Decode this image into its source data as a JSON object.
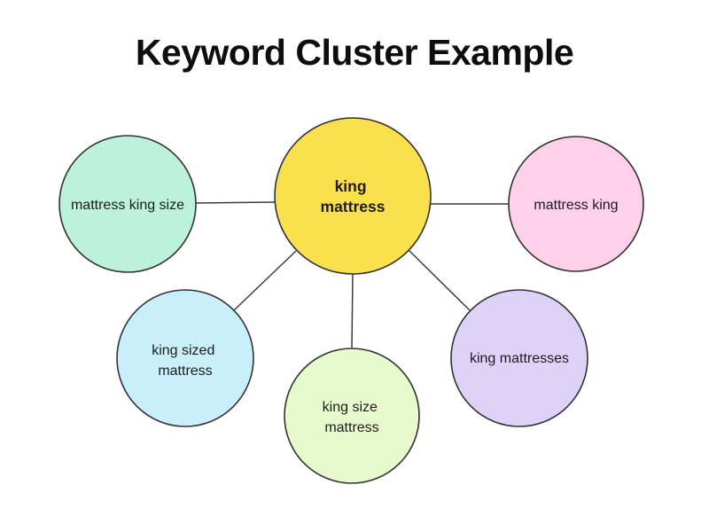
{
  "title": "Keyword Cluster Example",
  "diagram": {
    "type": "keyword-cluster",
    "background": "#FFFFFF",
    "edge_color": "#3C3C3C",
    "node_border_color": "#323232",
    "text_color": "#1C1C1C",
    "center_node": {
      "id": "king-mattress",
      "keyword": "king mattress",
      "lines": [
        "king",
        "mattress"
      ],
      "color": "#FBE04E"
    },
    "satellite_nodes": [
      {
        "id": "mattress-king-size",
        "keyword": "mattress king size",
        "lines": [
          "mattress king size"
        ],
        "color": "#BCF1DB",
        "position": "left"
      },
      {
        "id": "mattress-king",
        "keyword": "mattress king",
        "lines": [
          "mattress king"
        ],
        "color": "#FED0E9",
        "position": "right"
      },
      {
        "id": "king-sized-mattress",
        "keyword": "king sized mattress",
        "lines": [
          "king sized",
          "mattress"
        ],
        "color": "#C9EFFB",
        "position": "bottom-left"
      },
      {
        "id": "king-size-mattress",
        "keyword": "king size mattress",
        "lines": [
          "king size",
          "mattress"
        ],
        "color": "#E7FACD",
        "position": "bottom-center"
      },
      {
        "id": "king-mattresses",
        "keyword": "king mattresses",
        "lines": [
          "king mattresses"
        ],
        "color": "#DFD2F8",
        "position": "bottom-right"
      }
    ],
    "edges": [
      {
        "from": "king-mattress",
        "to": "mattress-king-size"
      },
      {
        "from": "king-mattress",
        "to": "mattress-king"
      },
      {
        "from": "king-mattress",
        "to": "king-sized-mattress"
      },
      {
        "from": "king-mattress",
        "to": "king-size-mattress"
      },
      {
        "from": "king-mattress",
        "to": "king-mattresses"
      }
    ]
  }
}
